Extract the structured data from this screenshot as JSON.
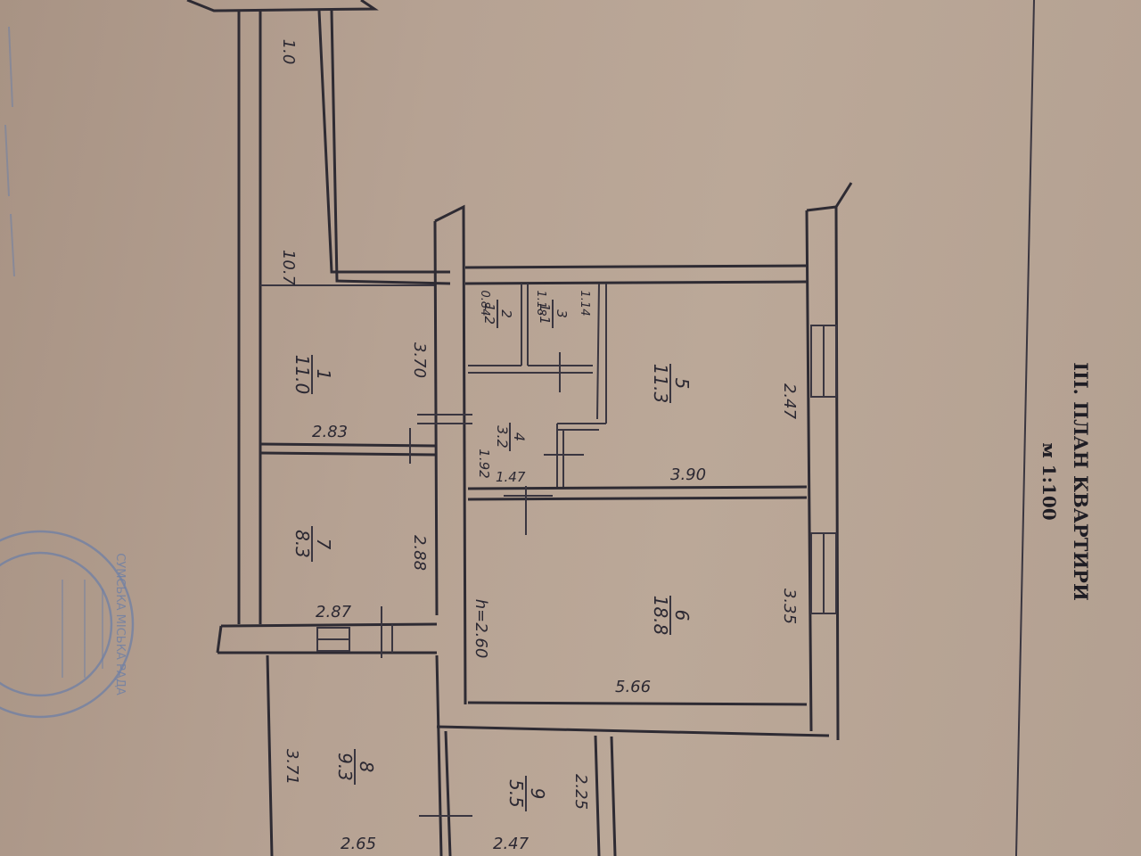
{
  "title": {
    "line1": "ІІІ. ПЛАН КВАРТИРИ",
    "line2": "м 1:100"
  },
  "rooms": [
    {
      "id": "1",
      "area": "11.0"
    },
    {
      "id": "2",
      "area": "1.2"
    },
    {
      "id": "3",
      "area": "1.1"
    },
    {
      "id": "4",
      "area": "3.2"
    },
    {
      "id": "5",
      "area": "11.3"
    },
    {
      "id": "6",
      "area": "18.8"
    },
    {
      "id": "7",
      "area": "8.3"
    },
    {
      "id": "8",
      "area": "9.3"
    },
    {
      "id": "9",
      "area": "5.5"
    }
  ],
  "dimensions": {
    "corridor_top": "1.0",
    "corridor_length": "10.7",
    "room1_width": "2.83",
    "room1_length": "3.70",
    "room2_width": "0.84",
    "room3_width": "1.18",
    "room3_length": "1.14",
    "room4_width": "1.92",
    "room4_length": "1.47",
    "room5_width": "3.90",
    "room5_length": "2.47",
    "room7_width": "2.87",
    "room7_length": "2.88",
    "ceiling_height": "h=2.60",
    "room6_width": "5.66",
    "room6_length": "3.35",
    "room8_width": "2.65",
    "room8_length": "3.71",
    "room9_width": "2.47",
    "room9_length": "2.25"
  },
  "stamp": {
    "text": "СУМСЬКА МІСЬКА РАДА"
  },
  "colors": {
    "paper": "#b6a293",
    "ink": "#2e2b33",
    "stamp": "#6d7fa6"
  }
}
